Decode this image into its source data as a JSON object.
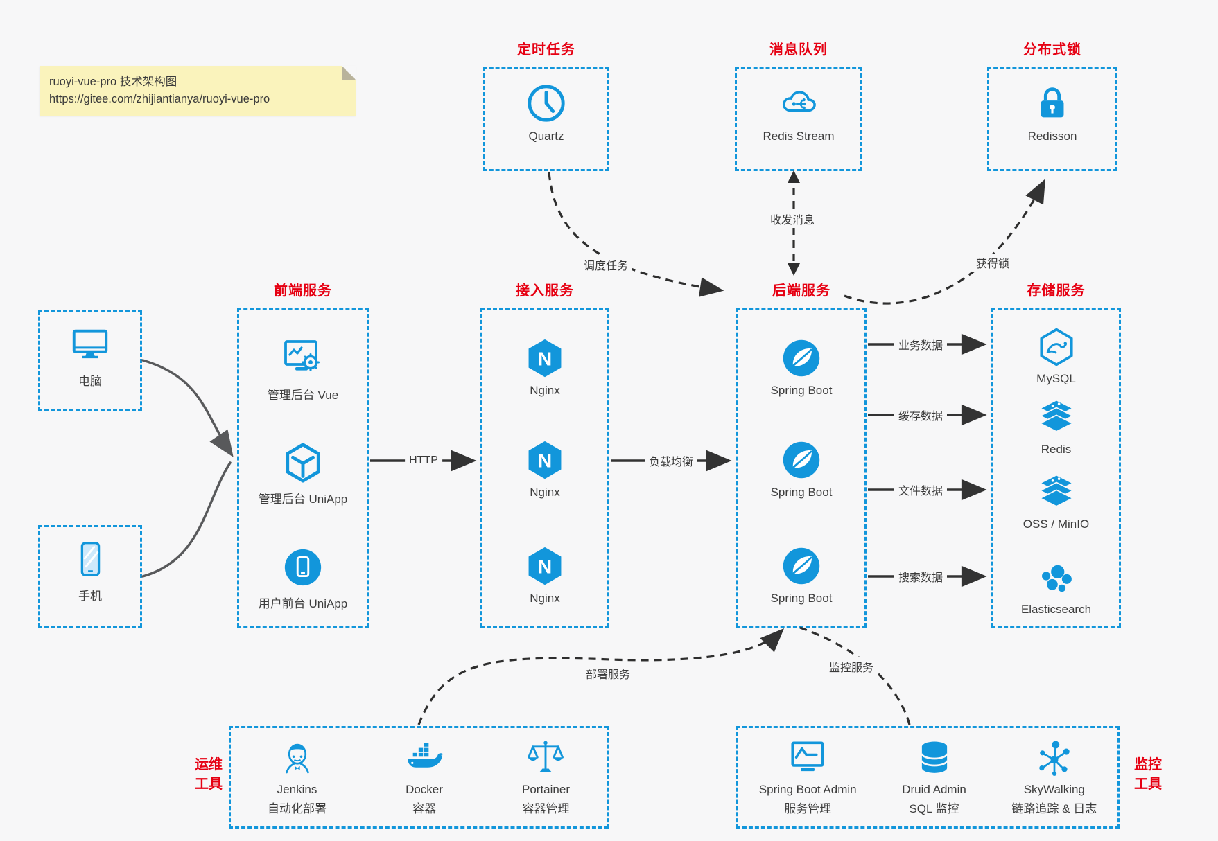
{
  "note": {
    "line1": "ruoyi-vue-pro 技术架构图",
    "line2": "https://gitee.com/zhijiantianya/ruoyi-vue-pro"
  },
  "colors": {
    "accent_blue": "#1296db",
    "title_red": "#e60012",
    "note_yellow": "#faf3bc",
    "background": "#f7f7f8",
    "arrow_dark": "#333333",
    "arrow_gray": "#58595b"
  },
  "top_services": [
    {
      "title": "定时任务",
      "label": "Quartz",
      "icon": "clock-icon"
    },
    {
      "title": "消息队列",
      "label": "Redis Stream",
      "icon": "cloud-stream-icon"
    },
    {
      "title": "分布式锁",
      "label": "Redisson",
      "icon": "lock-icon"
    }
  ],
  "clients": [
    {
      "label": "电脑",
      "icon": "desktop-icon"
    },
    {
      "label": "手机",
      "icon": "phone-icon"
    }
  ],
  "columns": {
    "frontend": {
      "title": "前端服务",
      "items": [
        {
          "label": "管理后台 Vue",
          "icon": "admin-screen-gear-icon"
        },
        {
          "label": "管理后台 UniApp",
          "icon": "uniapp-cube-icon"
        },
        {
          "label": "用户前台 UniApp",
          "icon": "mobile-app-circle-icon"
        }
      ]
    },
    "gateway": {
      "title": "接入服务",
      "items": [
        {
          "label": "Nginx",
          "icon": "nginx-icon"
        },
        {
          "label": "Nginx",
          "icon": "nginx-icon"
        },
        {
          "label": "Nginx",
          "icon": "nginx-icon"
        }
      ]
    },
    "backend": {
      "title": "后端服务",
      "items": [
        {
          "label": "Spring Boot",
          "icon": "spring-boot-icon"
        },
        {
          "label": "Spring Boot",
          "icon": "spring-boot-icon"
        },
        {
          "label": "Spring Boot",
          "icon": "spring-boot-icon"
        }
      ]
    },
    "storage": {
      "title": "存储服务",
      "items": [
        {
          "label": "MySQL",
          "icon": "mysql-icon"
        },
        {
          "label": "Redis",
          "icon": "layer-stack-icon"
        },
        {
          "label": "OSS / MinIO",
          "icon": "layer-stack-icon"
        },
        {
          "label": "Elasticsearch",
          "icon": "elasticsearch-cluster-icon"
        }
      ]
    }
  },
  "edges": {
    "http": "HTTP",
    "load_balance": "负载均衡",
    "business_data": "业务数据",
    "cache_data": "缓存数据",
    "file_data": "文件数据",
    "search_data": "搜索数据",
    "schedule_task": "调度任务",
    "send_receive_message": "收发消息",
    "acquire_lock": "获得锁",
    "deploy_service": "部署服务",
    "monitor_service": "监控服务"
  },
  "bottom": {
    "ops": {
      "side_label": "运维\n工具",
      "items": [
        {
          "name": "Jenkins",
          "desc": "自动化部署",
          "icon": "jenkins-icon"
        },
        {
          "name": "Docker",
          "desc": "容器",
          "icon": "docker-whale-icon"
        },
        {
          "name": "Portainer",
          "desc": "容器管理",
          "icon": "scales-icon"
        }
      ]
    },
    "monitor": {
      "side_label": "监控\n工具",
      "items": [
        {
          "name": "Spring Boot Admin",
          "desc": "服务管理",
          "icon": "monitor-chart-icon"
        },
        {
          "name": "Druid Admin",
          "desc": "SQL 监控",
          "icon": "database-icon"
        },
        {
          "name": "SkyWalking",
          "desc": "链路追踪 & 日志",
          "icon": "node-graph-icon"
        }
      ]
    }
  }
}
